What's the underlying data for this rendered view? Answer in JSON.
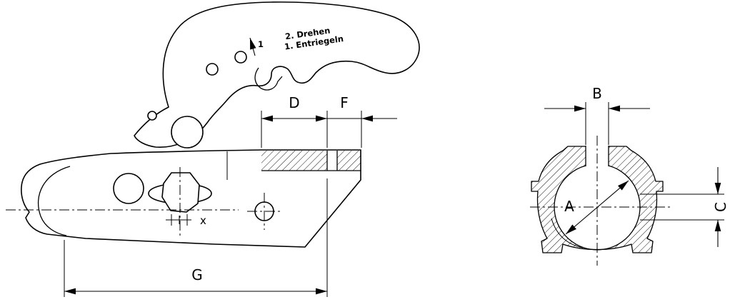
{
  "colors": {
    "line": "#000000",
    "background": "#ffffff"
  },
  "side_view": {
    "instruction_step2": "2. Drehen",
    "instruction_step1": "1. Entriegeln",
    "rotation_arrow_number": "1",
    "surface_finish_marker": "x",
    "dim_width_top": "D",
    "dim_flange": "F",
    "dim_overall_length": "G"
  },
  "front_view": {
    "dim_bore_diameter": "A",
    "dim_slot_width": "B",
    "dim_seat_height": "C"
  }
}
